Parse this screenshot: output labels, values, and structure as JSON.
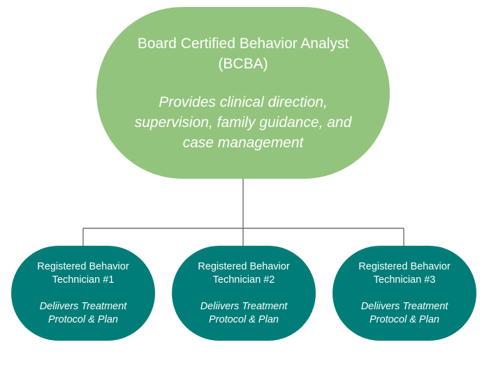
{
  "colors": {
    "root_fill": "#93c47d",
    "child_fill": "#007d78",
    "connector": "#555555",
    "text": "#ffffff"
  },
  "root": {
    "title": "Board Certified Behavior Analyst (BCBA)",
    "description": "Provides clinical direction, supervision, family guidance, and case management"
  },
  "children": [
    {
      "title": "Registered Behavior Technician #1",
      "description": "Deliivers Treatment Protocol & Plan"
    },
    {
      "title": "Registered Behavior Technician #2",
      "description": "Deliivers Treatment Protocol & Plan"
    },
    {
      "title": "Registered Behavior Technician #3",
      "description": "Deliivers Treatment Protocol & Plan"
    }
  ]
}
